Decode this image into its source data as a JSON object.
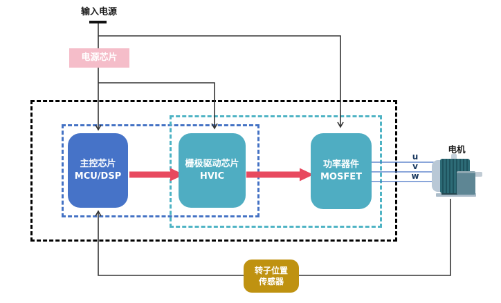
{
  "diagram": {
    "input_power_label": "输入电源",
    "motor_label": "电机",
    "phases": {
      "u": "u",
      "v": "v",
      "w": "w"
    },
    "blocks": {
      "power_chip": {
        "label": "电源芯片"
      },
      "mcu": {
        "line1": "主控芯片",
        "line2": "MCU/DSP"
      },
      "gate_driver": {
        "line1": "栅极驱动芯片",
        "line2": "HVIC"
      },
      "power_device": {
        "line1": "功率器件",
        "line2": "MOSFET"
      },
      "rotor_sensor": {
        "line1": "转子位置",
        "line2": "传感器"
      }
    },
    "colors": {
      "power-chip": "#F5BDC9",
      "mcu": "#4673C8",
      "teal-block": "#4FADC2",
      "sensor": "#BF9211",
      "arrow-red": "#E8495F",
      "dashed-outer": "#000000",
      "dashed-blue": "#4472C4",
      "dashed-teal": "#4EB3C4",
      "wire": "#333333",
      "phase-wire": "#4472C4",
      "phase-label": "#17375E"
    }
  }
}
